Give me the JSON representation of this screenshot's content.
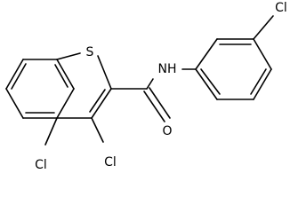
{
  "molecule": {
    "atoms": {
      "sulfur": "S",
      "nh": "NH",
      "oxygen": "O",
      "cl_phenyl": "Cl",
      "cl_3": "Cl",
      "cl_4": "Cl"
    }
  },
  "colors": {
    "bond": "#000000",
    "label": "#000000",
    "background": "#ffffff"
  }
}
